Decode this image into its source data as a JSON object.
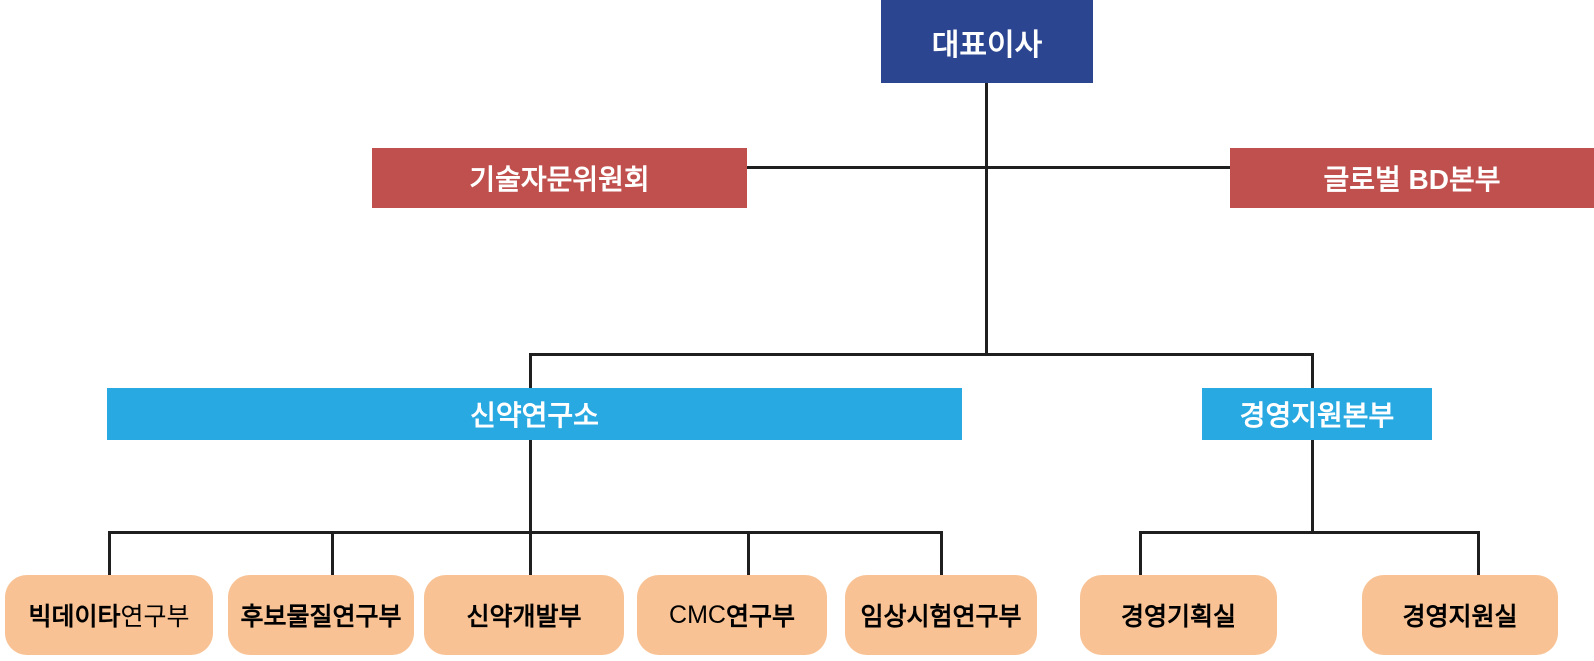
{
  "diagram": {
    "type": "org-chart",
    "colors": {
      "ceo_bg": "#2B4590",
      "committee_bg": "#C0504D",
      "division_bg": "#29A9E1",
      "dept_bg": "#F8C294",
      "connector": "#1F1F1F",
      "text_on_dark": "#FFFFFF",
      "text_on_light": "#000000"
    },
    "nodes": {
      "ceo": {
        "label": "대표이사"
      },
      "advisory": {
        "label": "기술자문위원회"
      },
      "global_bd": {
        "label": "글로벌 BD본부"
      },
      "research_institute": {
        "label": "신약연구소"
      },
      "management_hq": {
        "label": "경영지원본부"
      },
      "depts": [
        {
          "id": "bigdata-research-dept",
          "parts": [
            {
              "t": "빅데이타",
              "b": true
            },
            {
              "t": "연구부",
              "b": false
            }
          ]
        },
        {
          "id": "candidate-research-dept",
          "parts": [
            {
              "t": "후보물질연구부",
              "b": true
            }
          ]
        },
        {
          "id": "drug-development-dept",
          "parts": [
            {
              "t": "신약개발부",
              "b": true
            }
          ]
        },
        {
          "id": "cmc-research-dept",
          "parts": [
            {
              "t": "CMC",
              "b": false
            },
            {
              "t": "연구부",
              "b": true
            }
          ]
        },
        {
          "id": "clinical-trial-dept",
          "parts": [
            {
              "t": "임상시험연구부",
              "b": true
            }
          ]
        },
        {
          "id": "management-planning-office",
          "parts": [
            {
              "t": "경영기획실",
              "b": true
            }
          ]
        },
        {
          "id": "management-support-office",
          "parts": [
            {
              "t": "경영지원실",
              "b": true
            }
          ]
        }
      ]
    }
  }
}
